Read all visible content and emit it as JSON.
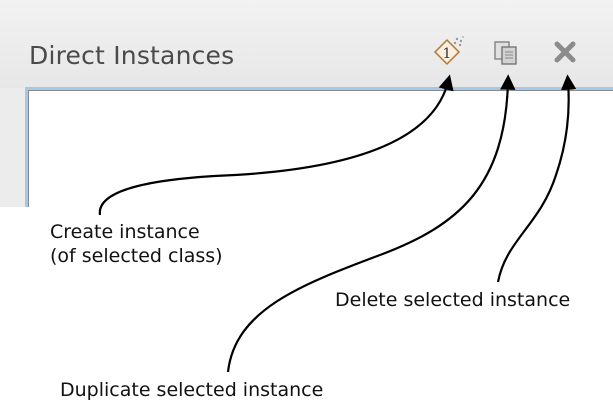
{
  "panel": {
    "title": "Direct Instances",
    "buttons": {
      "create": {
        "icon": "create-instance-icon",
        "glyph": "1",
        "tooltip": "Create instance (of selected class)"
      },
      "duplicate": {
        "icon": "duplicate-instance-icon"
      },
      "delete": {
        "icon": "delete-instance-icon"
      }
    },
    "colors": {
      "list_border": "#a5c7ea",
      "panel_bg": "#ececec",
      "title_text": "#4a4a4a"
    }
  },
  "callouts": {
    "create_line1": "Create instance",
    "create_line2": "(of selected class)",
    "delete": "Delete selected instance",
    "duplicate": "Duplicate selected instance"
  }
}
